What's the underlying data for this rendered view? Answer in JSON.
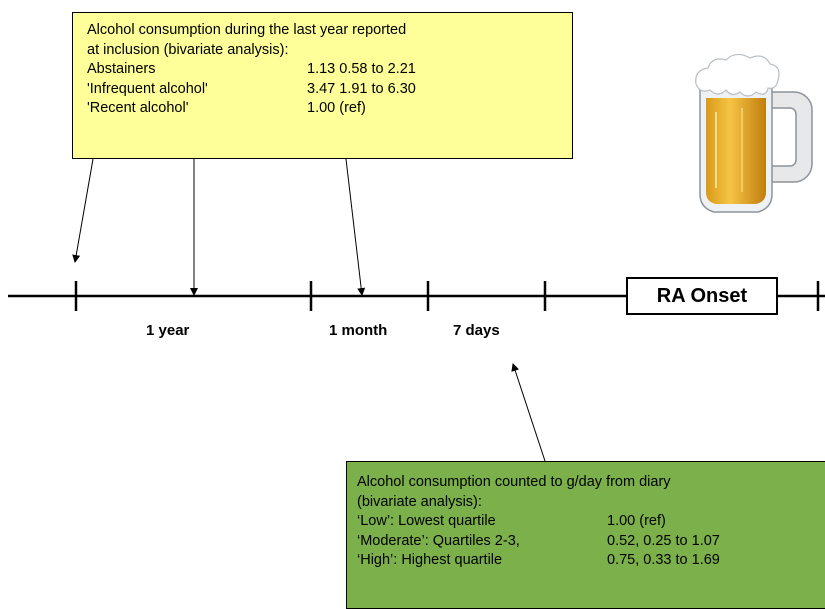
{
  "top_box": {
    "heading_line1": "Alcohol consumption during the last year reported",
    "heading_line2": "at inclusion (bivariate analysis):",
    "rows": [
      {
        "label": "Abstainers",
        "value": "1.13 0.58 to 2.21"
      },
      {
        "label": "'Infrequent alcohol'",
        "value": "3.47 1.91 to 6.30"
      },
      {
        "label": "'Recent alcohol'",
        "value": "1.00 (ref)"
      }
    ],
    "color": "#ffff99"
  },
  "timeline": {
    "labels": [
      "1 year",
      "1 month",
      "7 days"
    ],
    "onset_label": "RA Onset"
  },
  "bottom_box": {
    "heading_line1": "Alcohol consumption counted to g/day from diary",
    "heading_line2": "(bivariate analysis):",
    "rows": [
      {
        "label": "‘Low’: Lowest quartile",
        "value": "1.00 (ref)"
      },
      {
        "label": "‘Moderate’: Quartiles 2-3,",
        "value": "0.52, 0.25 to 1.07"
      },
      {
        "label": "‘High’: Highest quartile",
        "value": "0.75, 0.33 to 1.69"
      }
    ],
    "color": "#7bb04a"
  },
  "illustration": {
    "icon": "beer-mug-icon"
  }
}
